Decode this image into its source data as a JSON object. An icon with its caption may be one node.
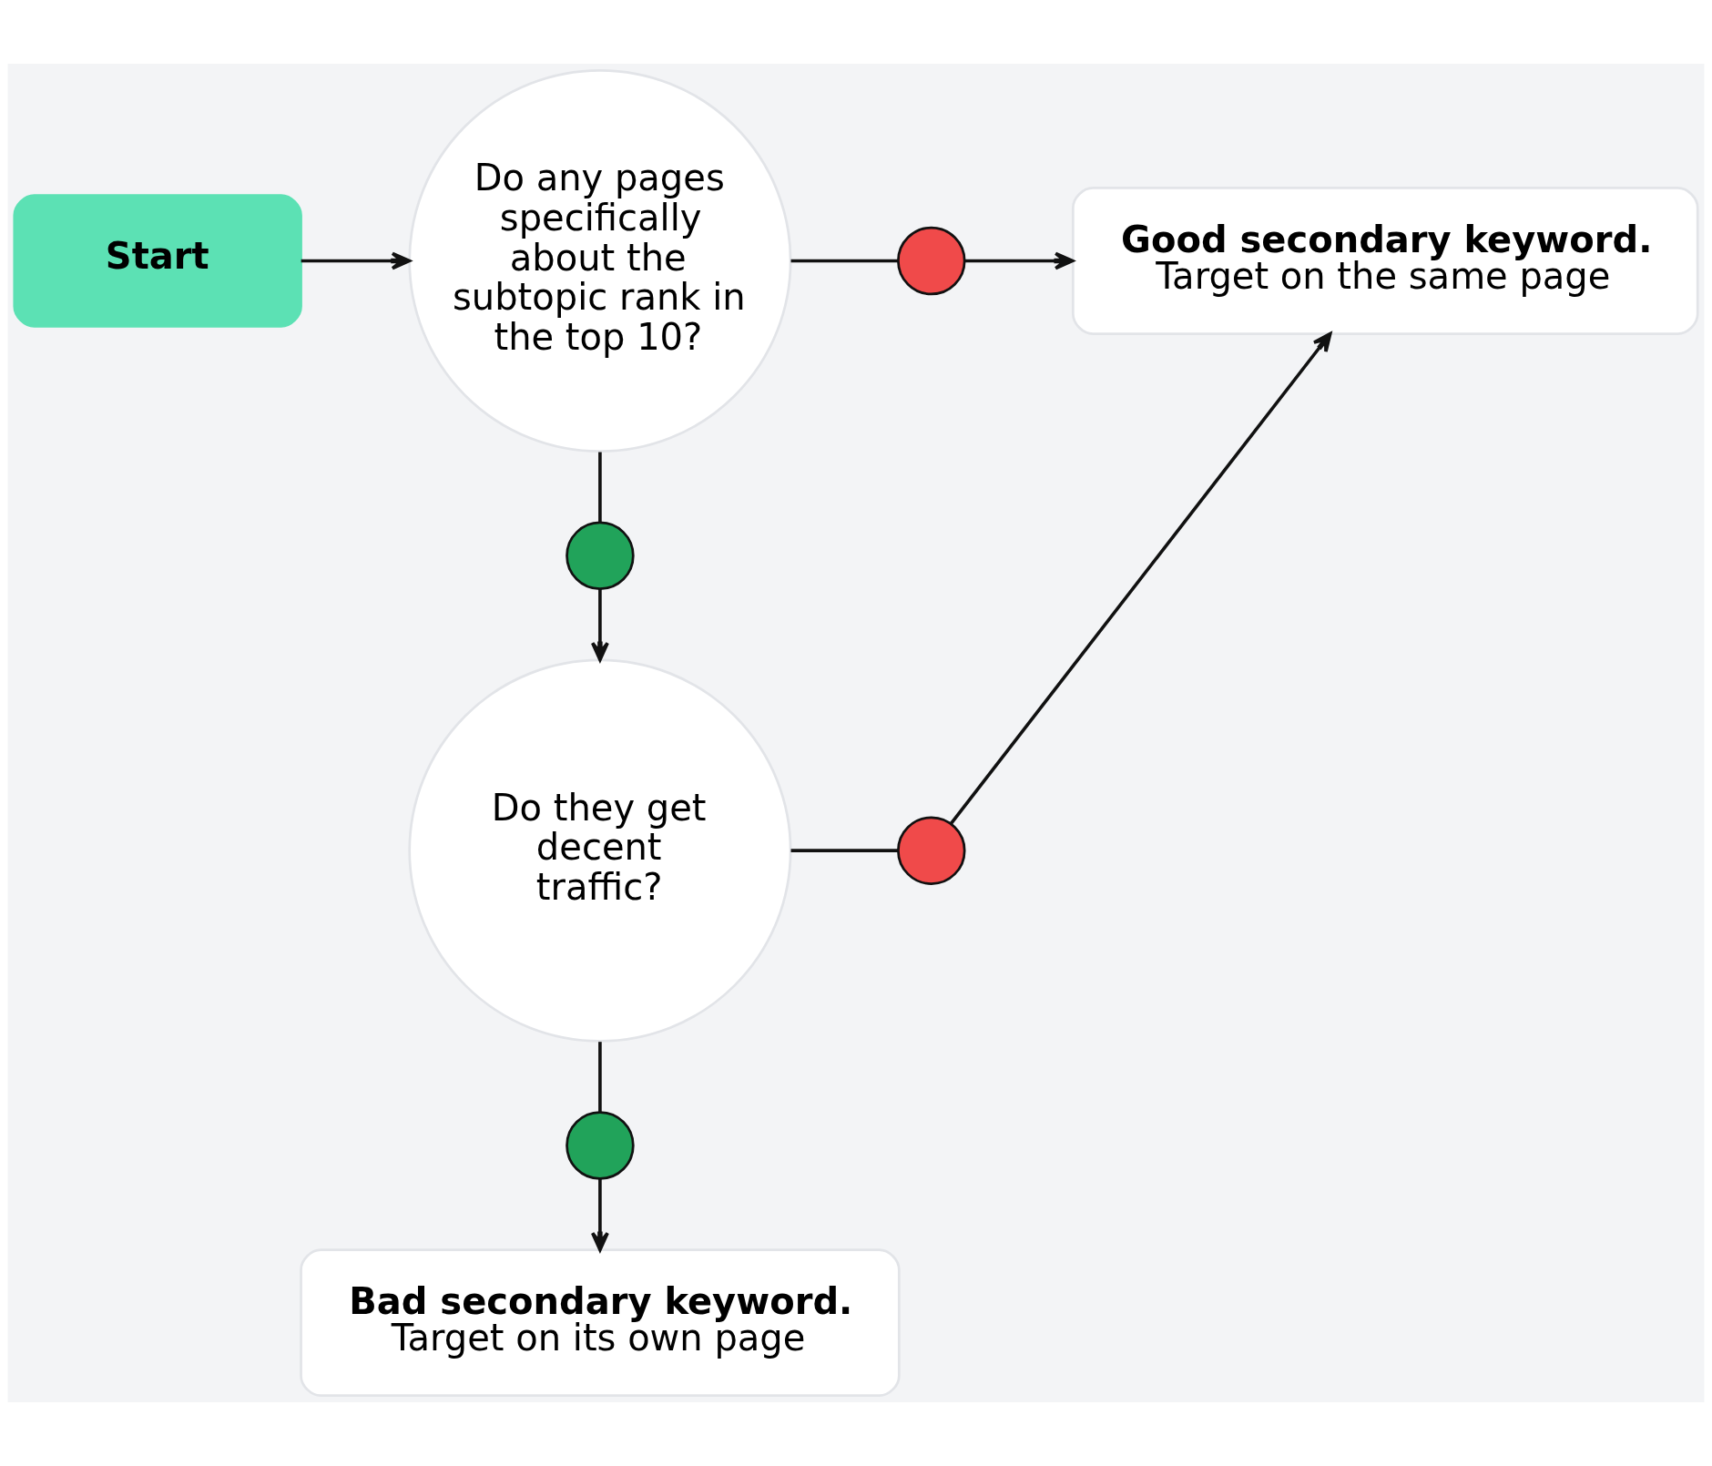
{
  "diagram": {
    "nodes": [
      {
        "text": [
          "Start"
        ]
      },
      {
        "text": [
          "Do any pages specifically about the subtopic rank in the top 10?"
        ]
      },
      {
        "text": [],
        "shape": "circle"
      },
      {
        "text": [
          "Good secondary keyword.",
          "Target on the same page"
        ]
      },
      {
        "text": [],
        "shape": "circle"
      },
      {
        "text": [
          "Do they get decent traffic?"
        ]
      },
      {
        "text": [],
        "shape": "circle"
      },
      {
        "text": [],
        "shape": "circle"
      },
      {
        "text": [
          "Bad secondary keyword.",
          "Target on its own page"
        ]
      }
    ],
    "edges": [
      {
        "from": 0,
        "to": 1,
        "arrow": "to"
      },
      {
        "from": 1,
        "to": 2,
        "arrow": "none"
      },
      {
        "from": 2,
        "to": 3,
        "arrow": "to"
      },
      {
        "from": 1,
        "to": 4,
        "arrow": "none"
      },
      {
        "from": 4,
        "to": 5,
        "arrow": "to"
      },
      {
        "from": 5,
        "to": 6,
        "arrow": "none"
      },
      {
        "from": 6,
        "to": 3,
        "arrow": "to"
      },
      {
        "from": 5,
        "to": 7,
        "arrow": "none"
      },
      {
        "from": 7,
        "to": 8,
        "arrow": "to"
      }
    ]
  }
}
